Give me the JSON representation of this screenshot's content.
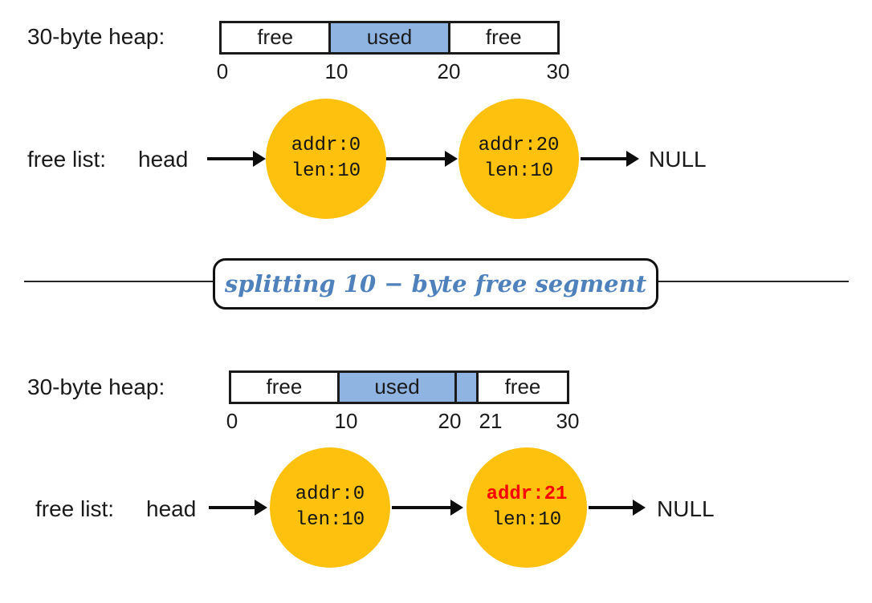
{
  "colors": {
    "used_fill": "#8fb4e2",
    "free_fill": "#ffffff",
    "node_fill": "#fec10d",
    "highlight": "#fe0000",
    "banner_text": "#4f81bd",
    "ink": "#1a1a1a"
  },
  "banner": {
    "label": "splitting 10 − byte free segment"
  },
  "before": {
    "heap_label": "30-byte heap:",
    "segments": [
      {
        "label": "free",
        "state": "free",
        "from": 0,
        "to": 10
      },
      {
        "label": "used",
        "state": "used",
        "from": 10,
        "to": 20
      },
      {
        "label": "free",
        "state": "free",
        "from": 20,
        "to": 30
      }
    ],
    "ticks": [
      "0",
      "10",
      "20",
      "30"
    ],
    "free_list_label": "free list:",
    "head_label": "head",
    "nodes": [
      {
        "addr": "addr:0",
        "len": "len:10"
      },
      {
        "addr": "addr:20",
        "len": "len:10"
      }
    ],
    "terminator": "NULL"
  },
  "after": {
    "heap_label": "30-byte heap:",
    "segments": [
      {
        "label": "free",
        "state": "free",
        "from": 0,
        "to": 10
      },
      {
        "label": "used",
        "state": "used",
        "from": 10,
        "to": 20
      },
      {
        "label": "",
        "state": "used",
        "from": 20,
        "to": 21
      },
      {
        "label": "free",
        "state": "free",
        "from": 21,
        "to": 30
      }
    ],
    "ticks": [
      "0",
      "10",
      "20",
      "21",
      "30"
    ],
    "free_list_label": "free list:",
    "head_label": "head",
    "nodes": [
      {
        "addr": "addr:0",
        "len": "len:10"
      },
      {
        "addr": "addr:21",
        "len": "len:10",
        "highlight_addr": true
      }
    ],
    "terminator": "NULL"
  }
}
